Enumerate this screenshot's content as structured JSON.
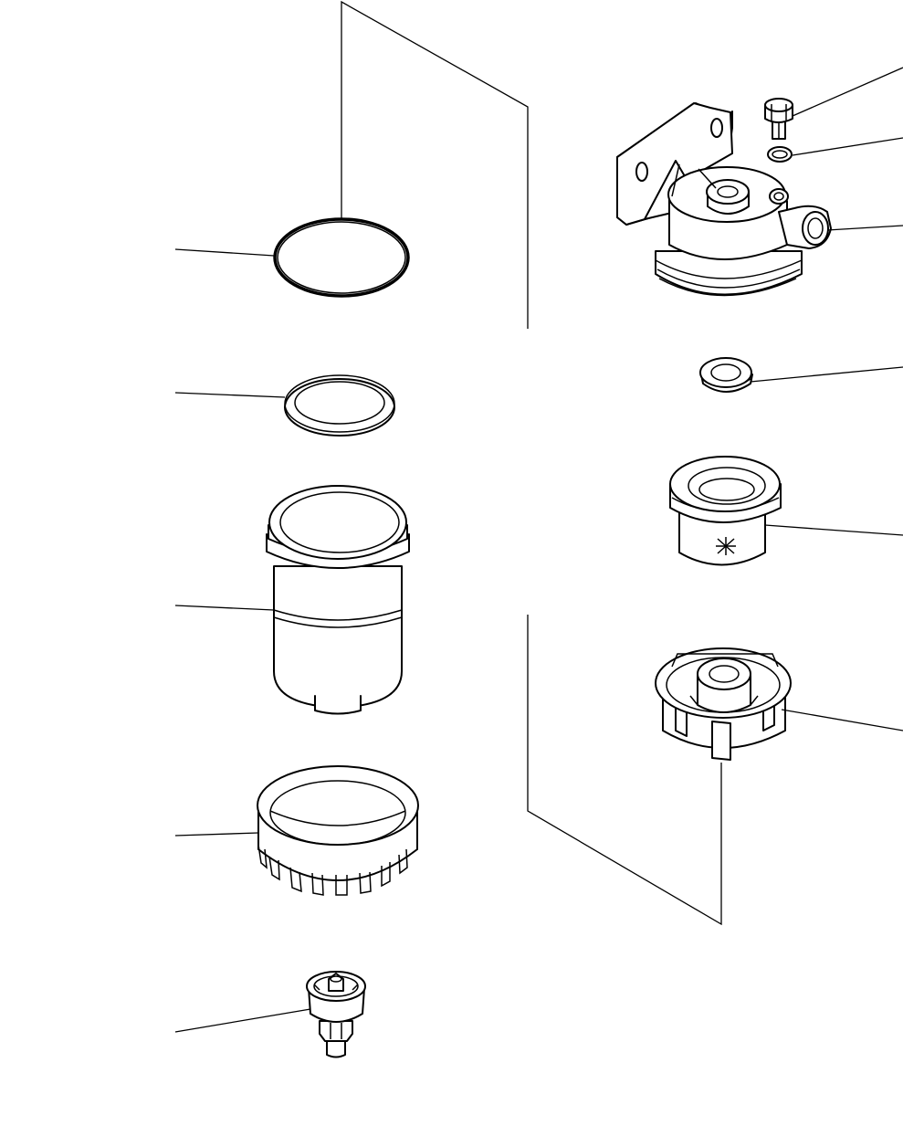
{
  "diagram": {
    "colors": {
      "line": "#000000",
      "background": "#ffffff"
    },
    "parts": [
      "o-ring",
      "seal-ring",
      "filter-element",
      "ring-nut",
      "drain-valve",
      "plug-bolt",
      "washer",
      "filter-head",
      "grommet",
      "sediment-bowl",
      "bowl-cap"
    ]
  }
}
